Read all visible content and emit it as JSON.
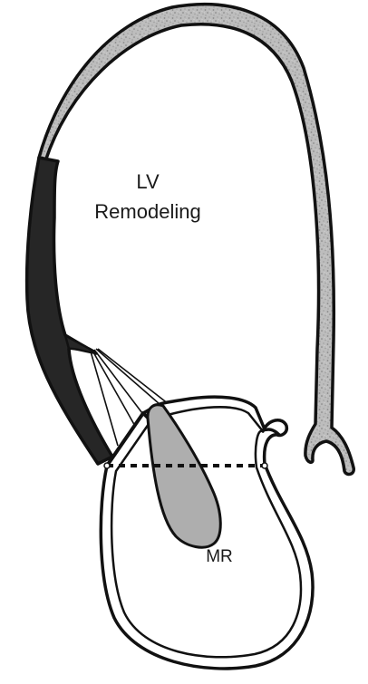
{
  "labels": {
    "lv_line1": "LV",
    "lv_line2": "Remodeling",
    "mr": "MR"
  },
  "colors": {
    "outline": "#111111",
    "remodeled_wall_fill": "#b8b8b8",
    "infarct_wall_fill": "#262626",
    "regurgitant_jet_fill": "#aeaeae",
    "background": "#ffffff"
  }
}
